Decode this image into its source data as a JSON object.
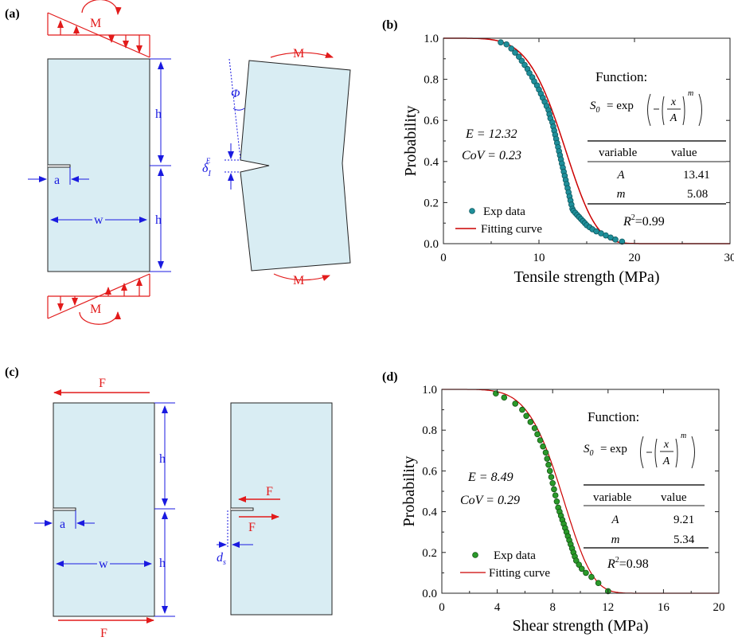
{
  "panels": {
    "a": {
      "label": "(a)",
      "moment": "M",
      "dim_h": "h",
      "dim_a": "a",
      "dim_w": "w",
      "angle": "Φ",
      "delta_sym": "δ",
      "delta_sub": "I",
      "delta_sup": "E"
    },
    "b": {
      "label": "(b)"
    },
    "c": {
      "label": "(c)",
      "force": "F",
      "dim_h": "h",
      "dim_a": "a",
      "dim_w": "w",
      "ds_sym": "d",
      "ds_sub": "s"
    },
    "d": {
      "label": "(d)"
    }
  },
  "colors": {
    "red": "#e21b1b",
    "blue": "#1a1ae0",
    "fill": "#d9edf3",
    "teal": "#1f8f9a",
    "green": "#2a9a2a",
    "curve": "#cc0000"
  },
  "chart_data": [
    {
      "type": "scatter",
      "panel": "b",
      "xlabel": "Tensile strength  (MPa)",
      "ylabel": "Probability",
      "xlim": [
        0,
        30
      ],
      "ylim": [
        0,
        1
      ],
      "xticks": [
        "0",
        "10",
        "20",
        "30"
      ],
      "yticks": [
        "0.0",
        "0.2",
        "0.4",
        "0.6",
        "0.8",
        "1.0"
      ],
      "legend": {
        "placement": "bottom-left",
        "points": "Exp data",
        "curve": "Fitting curve"
      },
      "stats": {
        "E": "E = 12.32",
        "CoV": "CoV = 0.23"
      },
      "function_title": "Function:",
      "equation": {
        "lhs": "S",
        "lhs_sub": "0",
        "eq": "= exp",
        "x": "x",
        "A": "A",
        "m": "m"
      },
      "table": {
        "headers": [
          "variable",
          "value"
        ],
        "rows": [
          [
            "A",
            "13.41"
          ],
          [
            "m",
            "5.08"
          ]
        ]
      },
      "r2": {
        "R": "R",
        "sup": "2",
        "val": "=0.99"
      },
      "fit": {
        "A": 13.41,
        "m": 5.08
      },
      "x": [
        6.0,
        6.6,
        7.1,
        7.5,
        7.9,
        8.2,
        8.5,
        8.8,
        9.0,
        9.3,
        9.5,
        9.8,
        10.0,
        10.2,
        10.4,
        10.6,
        10.8,
        11.0,
        11.1,
        11.2,
        11.4,
        11.5,
        11.6,
        11.7,
        11.8,
        11.9,
        12.0,
        12.1,
        12.2,
        12.3,
        12.4,
        12.5,
        12.6,
        12.7,
        12.8,
        12.9,
        13.0,
        13.1,
        13.2,
        13.3,
        13.4,
        13.5,
        13.6,
        13.8,
        14.0,
        14.2,
        14.4,
        14.6,
        14.8,
        15.0,
        15.3,
        15.6,
        16.0,
        16.5,
        17.0,
        17.5,
        18.0,
        18.7
      ],
      "y": [
        0.98,
        0.97,
        0.95,
        0.93,
        0.91,
        0.89,
        0.87,
        0.85,
        0.83,
        0.81,
        0.79,
        0.77,
        0.75,
        0.73,
        0.71,
        0.69,
        0.67,
        0.65,
        0.63,
        0.61,
        0.59,
        0.57,
        0.55,
        0.53,
        0.51,
        0.49,
        0.47,
        0.45,
        0.43,
        0.41,
        0.39,
        0.37,
        0.35,
        0.33,
        0.31,
        0.29,
        0.27,
        0.25,
        0.23,
        0.21,
        0.19,
        0.17,
        0.16,
        0.15,
        0.14,
        0.13,
        0.12,
        0.11,
        0.1,
        0.09,
        0.08,
        0.07,
        0.06,
        0.05,
        0.04,
        0.03,
        0.02,
        0.01
      ]
    },
    {
      "type": "scatter",
      "panel": "d",
      "xlabel": "Shear strength  (MPa)",
      "ylabel": "Probability",
      "xlim": [
        0,
        20
      ],
      "ylim": [
        0,
        1
      ],
      "xticks": [
        "0",
        "4",
        "8",
        "12",
        "16",
        "20"
      ],
      "yticks": [
        "0.0",
        "0.2",
        "0.4",
        "0.6",
        "0.8",
        "1.0"
      ],
      "legend": {
        "placement": "bottom-left",
        "points": "Exp data",
        "curve": "Fitting curve"
      },
      "stats": {
        "E": "E = 8.49",
        "CoV": "CoV = 0.29"
      },
      "function_title": "Function:",
      "equation": {
        "lhs": "S",
        "lhs_sub": "0",
        "eq": "= exp",
        "x": "x",
        "A": "A",
        "m": "m"
      },
      "table": {
        "headers": [
          "variable",
          "value"
        ],
        "rows": [
          [
            "A",
            "9.21"
          ],
          [
            "m",
            "5.34"
          ]
        ]
      },
      "r2": {
        "R": "R",
        "sup": "2",
        "val": "=0.98"
      },
      "fit": {
        "A": 9.21,
        "m": 5.34
      },
      "x": [
        3.9,
        4.5,
        5.3,
        5.8,
        6.1,
        6.4,
        6.7,
        6.9,
        7.1,
        7.3,
        7.5,
        7.6,
        7.7,
        7.8,
        7.9,
        8.0,
        8.1,
        8.2,
        8.3,
        8.4,
        8.5,
        8.6,
        8.7,
        8.8,
        8.9,
        9.0,
        9.1,
        9.2,
        9.3,
        9.4,
        9.5,
        9.6,
        9.7,
        9.9,
        10.1,
        10.4,
        10.8,
        11.3,
        12.0
      ],
      "y": [
        0.98,
        0.96,
        0.93,
        0.9,
        0.87,
        0.84,
        0.81,
        0.78,
        0.75,
        0.72,
        0.69,
        0.66,
        0.63,
        0.6,
        0.57,
        0.54,
        0.51,
        0.48,
        0.45,
        0.42,
        0.4,
        0.38,
        0.36,
        0.34,
        0.32,
        0.3,
        0.28,
        0.26,
        0.24,
        0.22,
        0.2,
        0.18,
        0.16,
        0.14,
        0.12,
        0.1,
        0.08,
        0.05,
        0.01
      ]
    }
  ]
}
